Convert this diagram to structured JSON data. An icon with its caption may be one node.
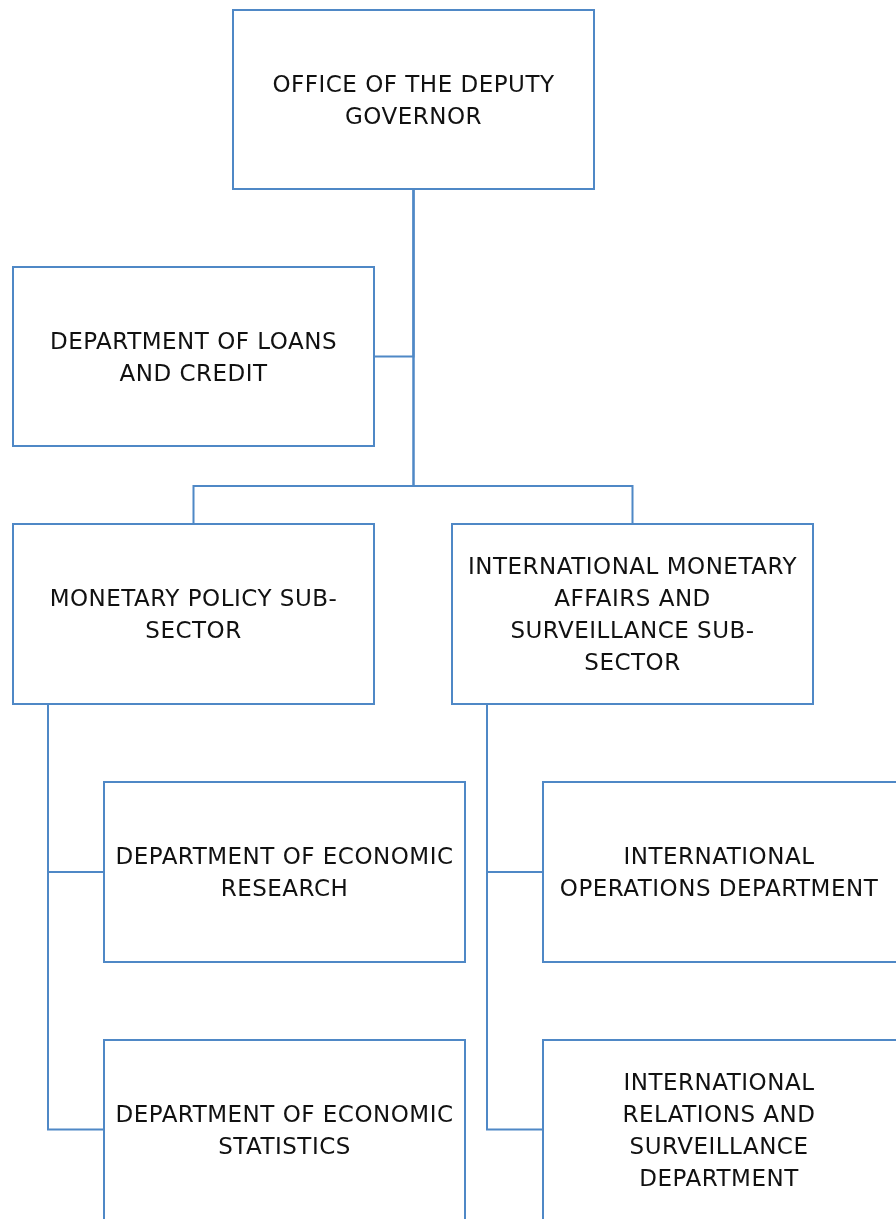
{
  "diagram": {
    "nodes": [
      {
        "text": [
          "OFFICE OF THE DEPUTY GOVERNOR"
        ]
      },
      {
        "text": [
          "DEPARTMENT OF LOANS AND CREDIT"
        ]
      },
      {
        "text": [
          "MONETARY POLICY SUB-SECTOR"
        ]
      },
      {
        "text": [
          "INTERNATIONAL MONETARY AFFAIRS AND SURVEILLANCE SUB-SECTOR"
        ]
      },
      {
        "text": [
          "DEPARTMENT OF ECONOMIC RESEARCH"
        ]
      },
      {
        "text": [
          "INTERNATIONAL OPERATIONS DEPARTMENT"
        ]
      },
      {
        "text": [
          "DEPARTMENT OF ECONOMIC STATISTICS"
        ]
      },
      {
        "text": [
          "INTERNATIONAL RELATIONS AND SURVEILLANCE DEPARTMENT"
        ]
      }
    ],
    "edges": [
      {
        "from": 0,
        "to": 1,
        "arrow": "none"
      },
      {
        "from": 0,
        "to": 2,
        "arrow": "none"
      },
      {
        "from": 0,
        "to": 3,
        "arrow": "none"
      },
      {
        "from": 2,
        "to": 4,
        "arrow": "none"
      },
      {
        "from": 2,
        "to": 6,
        "arrow": "none"
      },
      {
        "from": 3,
        "to": 5,
        "arrow": "none"
      },
      {
        "from": 3,
        "to": 7,
        "arrow": "none"
      }
    ]
  }
}
